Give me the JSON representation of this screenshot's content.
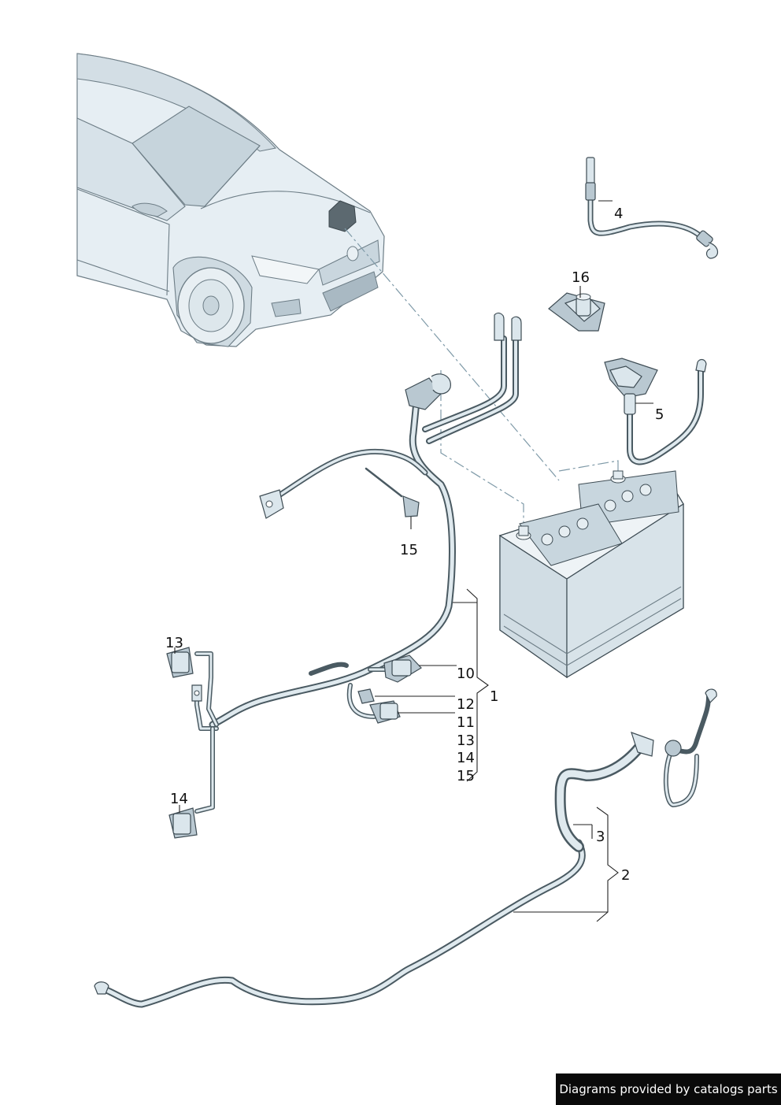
{
  "footer": {
    "text": "Diagrams provided by catalogs parts"
  },
  "callouts": {
    "c1": "1",
    "c2": "2",
    "c3": "3",
    "c4": "4",
    "c5": "5",
    "c10": "10",
    "c11": "11",
    "c12": "12",
    "c13": "13",
    "c14": "14",
    "c15": "15",
    "c16": "16",
    "group1": [
      "10",
      "12",
      "11",
      "13",
      "14",
      "15"
    ],
    "c13_conn": "13",
    "c14_conn": "14",
    "c15_tie": "15"
  },
  "colors": {
    "cable": "#4a5a62",
    "body": "#dbe6ec",
    "shade": "#b9c8d1",
    "footer_bg": "#0a0a0a"
  }
}
